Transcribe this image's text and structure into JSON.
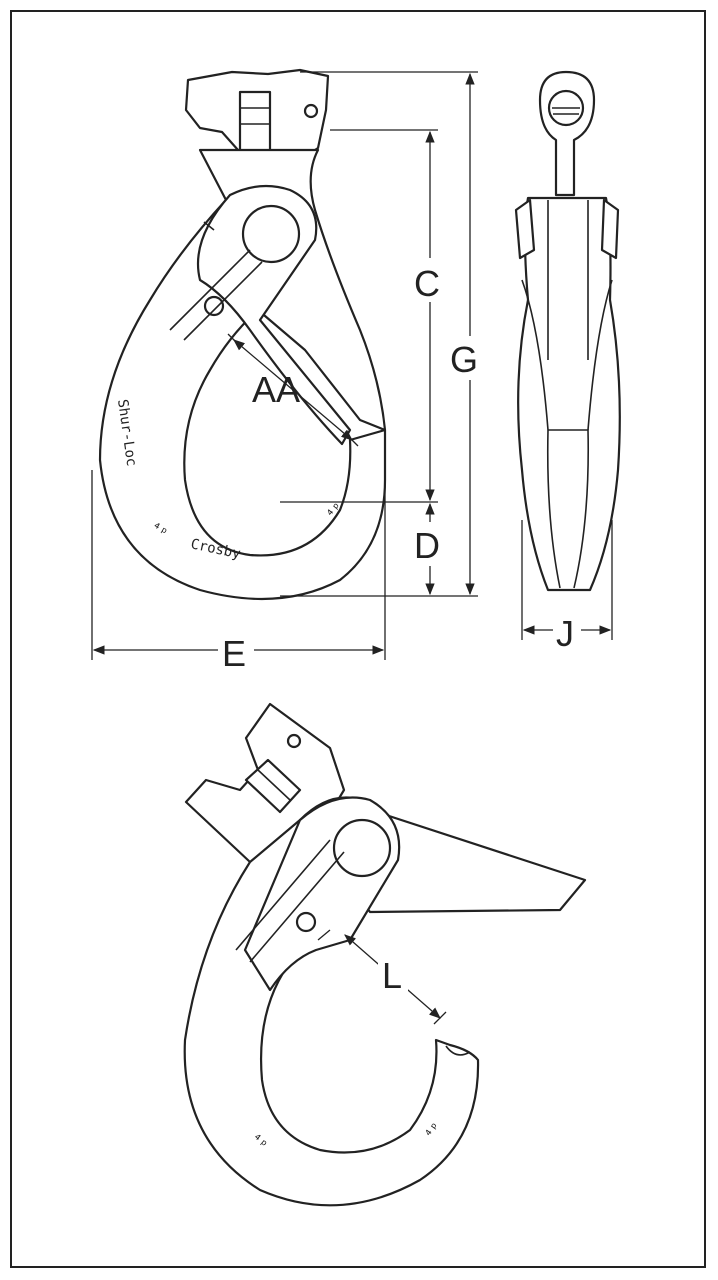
{
  "labels": {
    "aa": "AA",
    "c": "C",
    "d": "D",
    "e": "E",
    "g": "G",
    "j": "J",
    "l": "L"
  },
  "stamps": {
    "maker": "Shur-Loc",
    "brand": "Crosby"
  },
  "colors": {
    "line": "#222222",
    "background": "#ffffff"
  }
}
